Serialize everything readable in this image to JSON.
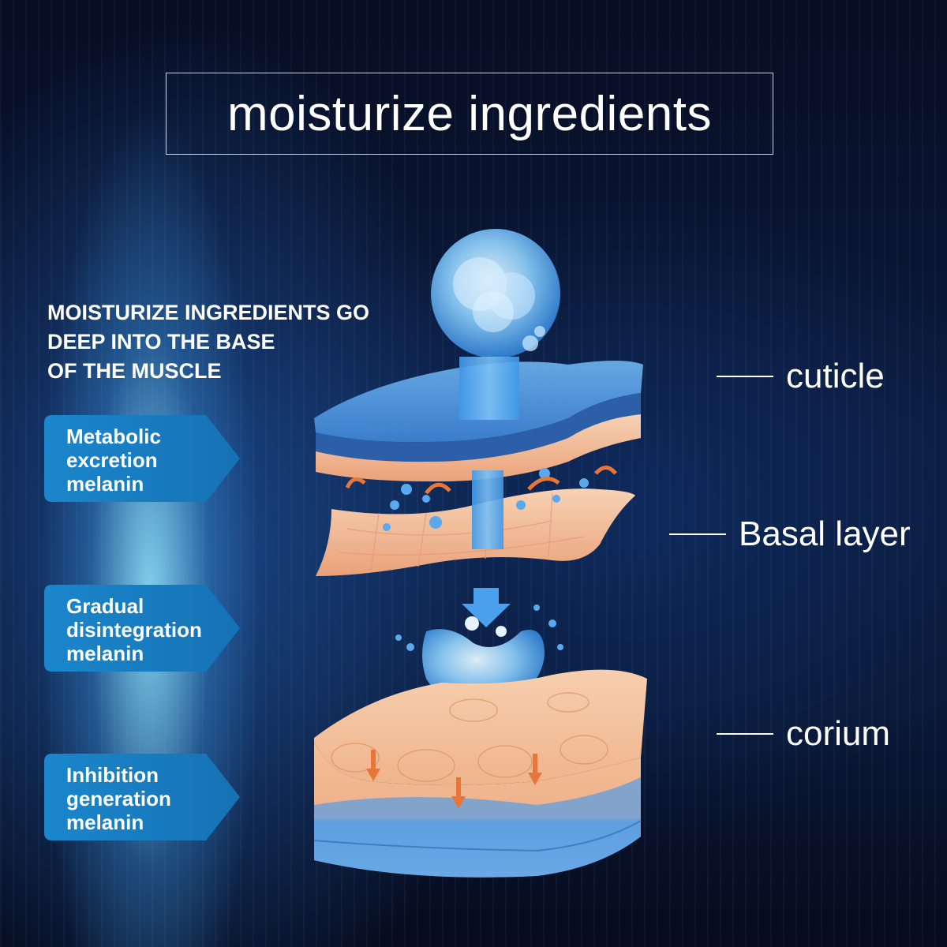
{
  "title": "moisturize ingredients",
  "headline": [
    "MOISTURIZE INGREDIENTS GO",
    "DEEP INTO THE BASE",
    "OF THE MUSCLE"
  ],
  "tags": [
    {
      "lines": [
        "Metabolic",
        "excretion",
        "melanin"
      ]
    },
    {
      "lines": [
        "Gradual",
        "disintegration",
        "melanin"
      ]
    },
    {
      "lines": [
        "Inhibition",
        "generation",
        "melanin"
      ]
    }
  ],
  "layers": {
    "cuticle": "cuticle",
    "basal": "Basal layer",
    "corium": "corium"
  },
  "colors": {
    "tag_fill": "#1a7fc4",
    "skin": "#f2c09a",
    "water": "#7fc3f5",
    "arrow": "#e8763b"
  }
}
